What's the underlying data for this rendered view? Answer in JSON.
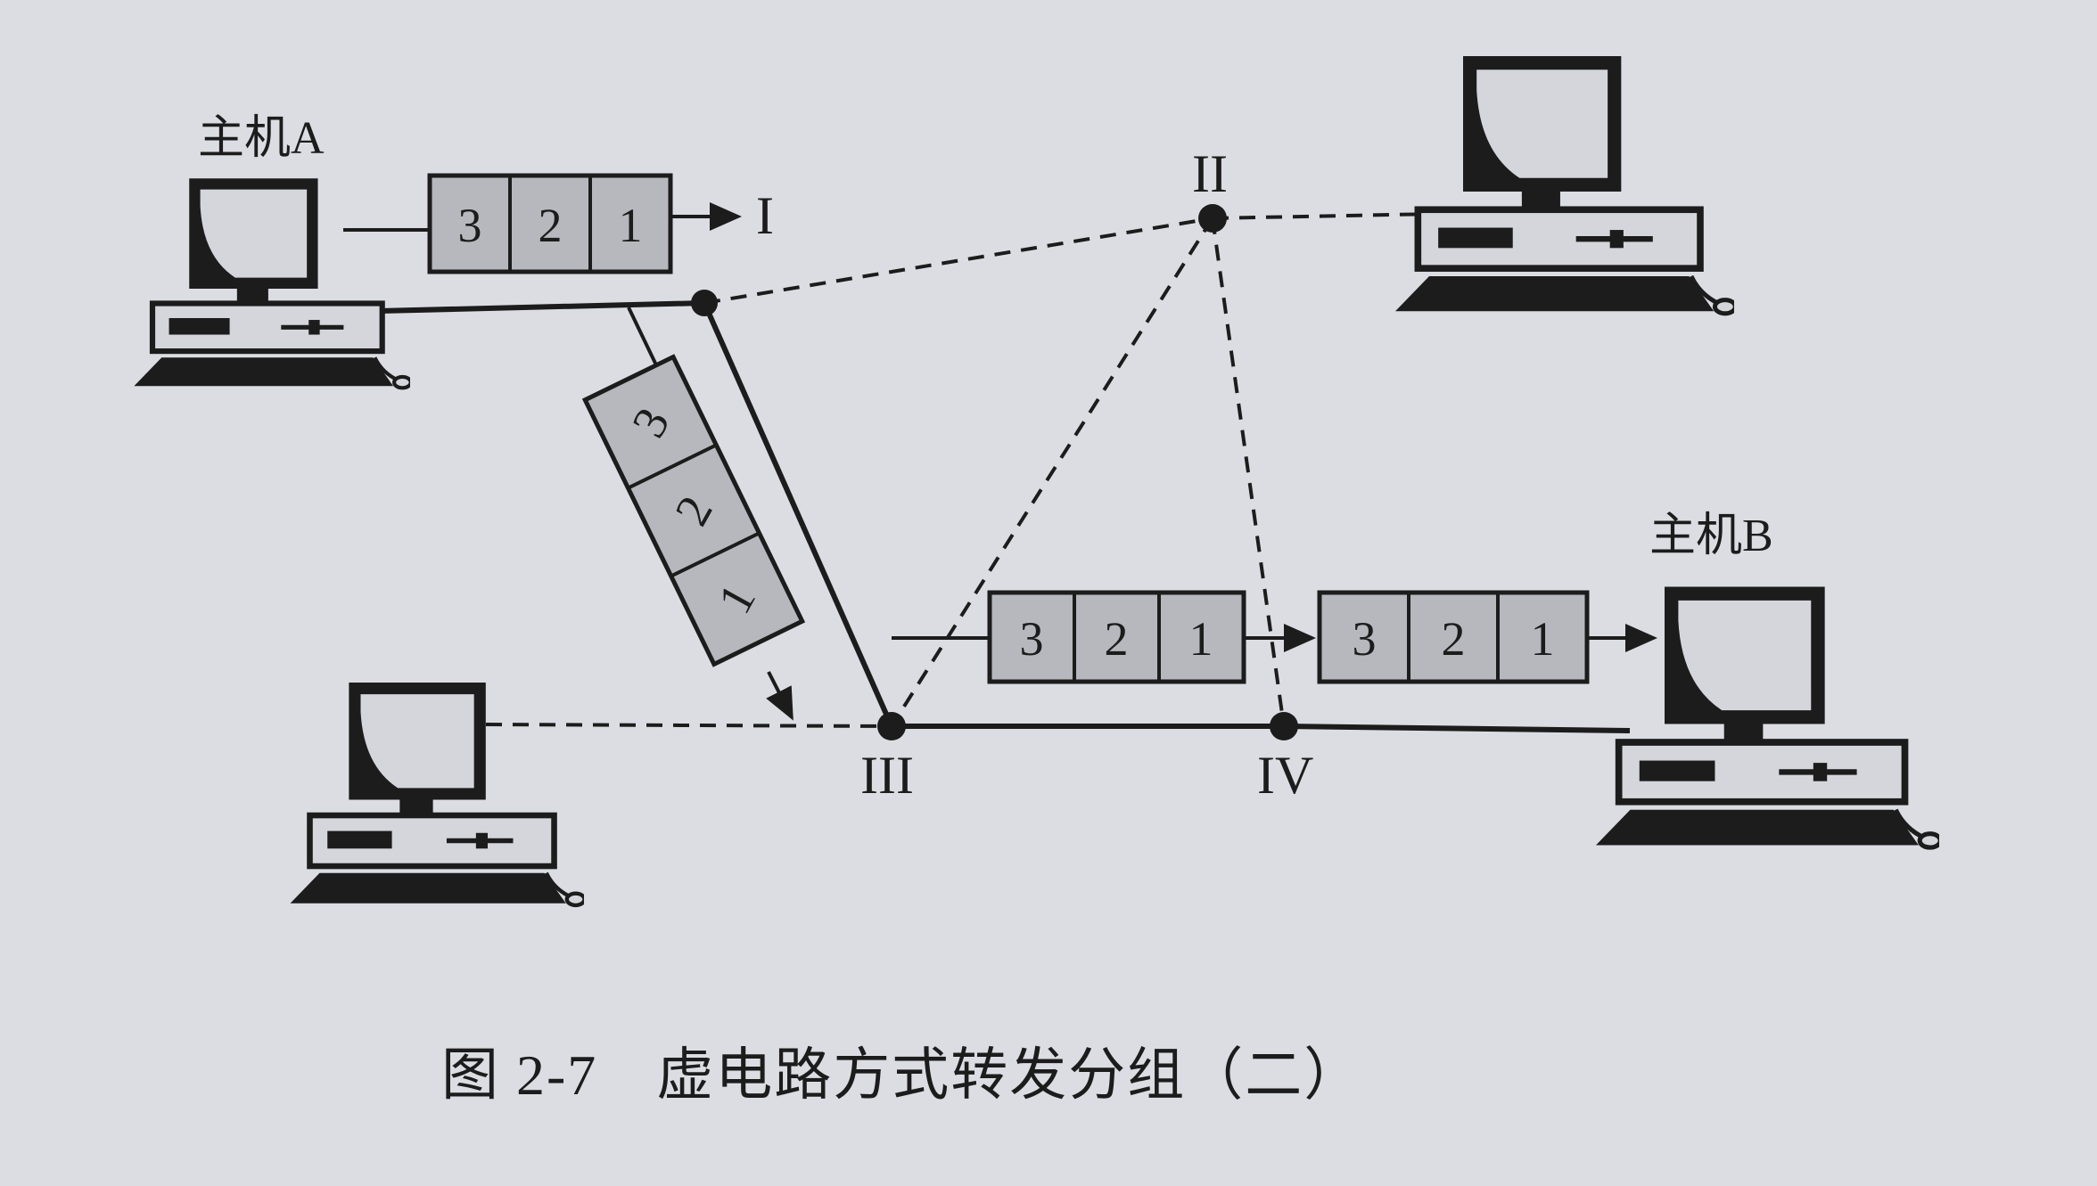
{
  "nodes": {
    "I": "I",
    "II": "II",
    "III": "III",
    "IV": "IV"
  },
  "hosts": {
    "host_a": "主机A",
    "host_b": "主机B"
  },
  "packets": {
    "p1": "1",
    "p2": "2",
    "p3": "3"
  },
  "caption": "图 2-7　虚电路方式转发分组（二）",
  "colors": {
    "background": "#dcdde3",
    "line": "#1c1c1c",
    "packet_fill": "#b7b8be",
    "screen": "#d5d6dc"
  }
}
